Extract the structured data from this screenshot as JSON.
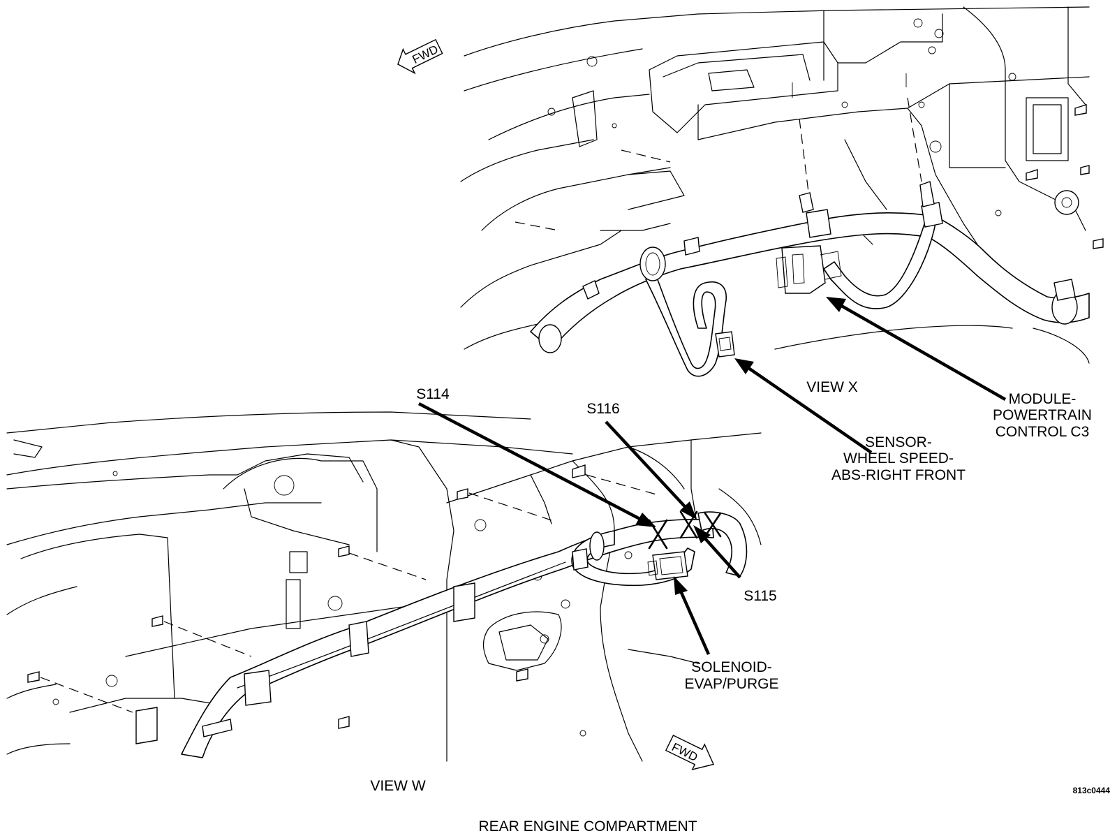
{
  "diagram": {
    "caption": "REAR ENGINE COMPARTMENT",
    "figure_id": "813c0444",
    "direction_indicator": "FWD"
  },
  "view_x": {
    "title": "VIEW X",
    "labels": {
      "sensor_wheel_speed": [
        "SENSOR-",
        "WHEEL SPEED-",
        "ABS-RIGHT FRONT"
      ],
      "module_powertrain": [
        "MODULE-",
        "POWERTRAIN",
        "CONTROL C3"
      ]
    }
  },
  "view_w": {
    "title": "VIEW W",
    "labels": {
      "s114": "S114",
      "s116": "S116",
      "s115": "S115",
      "solenoid": [
        "SOLENOID-",
        "EVAP/PURGE"
      ]
    }
  },
  "icons": [
    "fwd-arrow-icon",
    "connector-icon",
    "splice-mark-icon",
    "clip-icon",
    "bolt-icon"
  ]
}
